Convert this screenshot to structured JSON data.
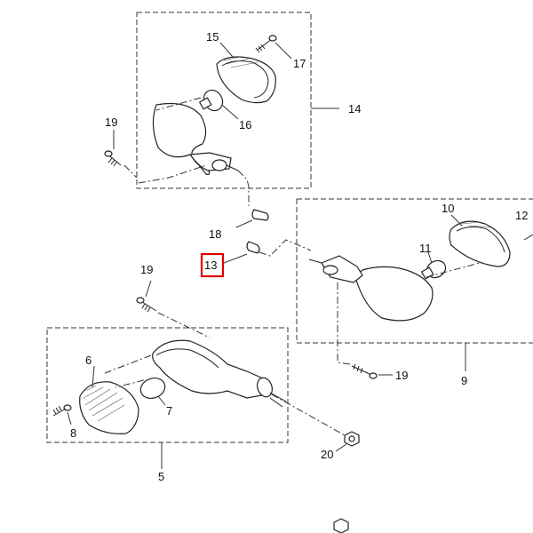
{
  "callouts": {
    "c15": "15",
    "c17": "17",
    "c14": "14",
    "c16": "16",
    "c19a": "19",
    "c18": "18",
    "c13": "13",
    "c10": "10",
    "c12": "12",
    "c11": "11",
    "c19b": "19",
    "c19c": "19",
    "c9": "9",
    "c6": "6",
    "c7": "7",
    "c8": "8",
    "c5": "5",
    "c20": "20"
  },
  "highlight": {
    "part": "13",
    "color": "#e00000"
  }
}
